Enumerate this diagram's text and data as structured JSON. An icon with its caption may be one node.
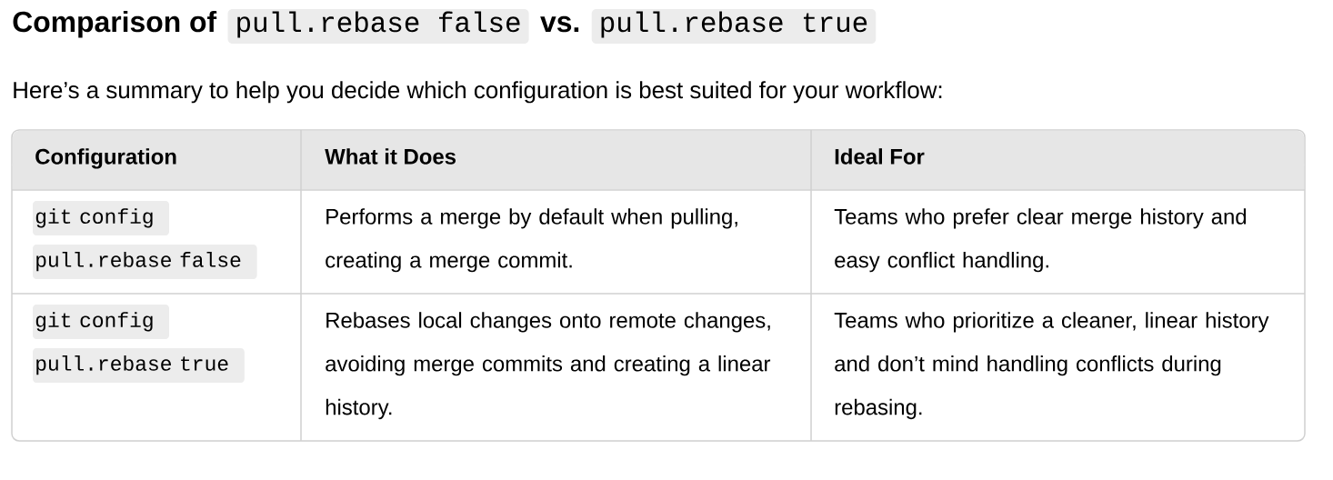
{
  "diagram": {
    "labels": [
      "Comparison of",
      "pull.rebase false",
      "vs.",
      "pull.rebase true",
      "Here’s a summary to help you decide which configuration is best suited for your workflow:",
      "Configuration",
      "What it Does",
      "Ideal For",
      "git config pull.rebase false",
      "Performs a merge by default when pulling, creating a merge commit.",
      "Teams who prefer clear merge history and easy conflict handling.",
      "git config pull.rebase true",
      "Rebases local changes onto remote changes, avoiding merge commits and creating a linear history.",
      "Teams who prioritize a cleaner, linear history and don’t mind handling conflicts during rebasing."
    ]
  }
}
